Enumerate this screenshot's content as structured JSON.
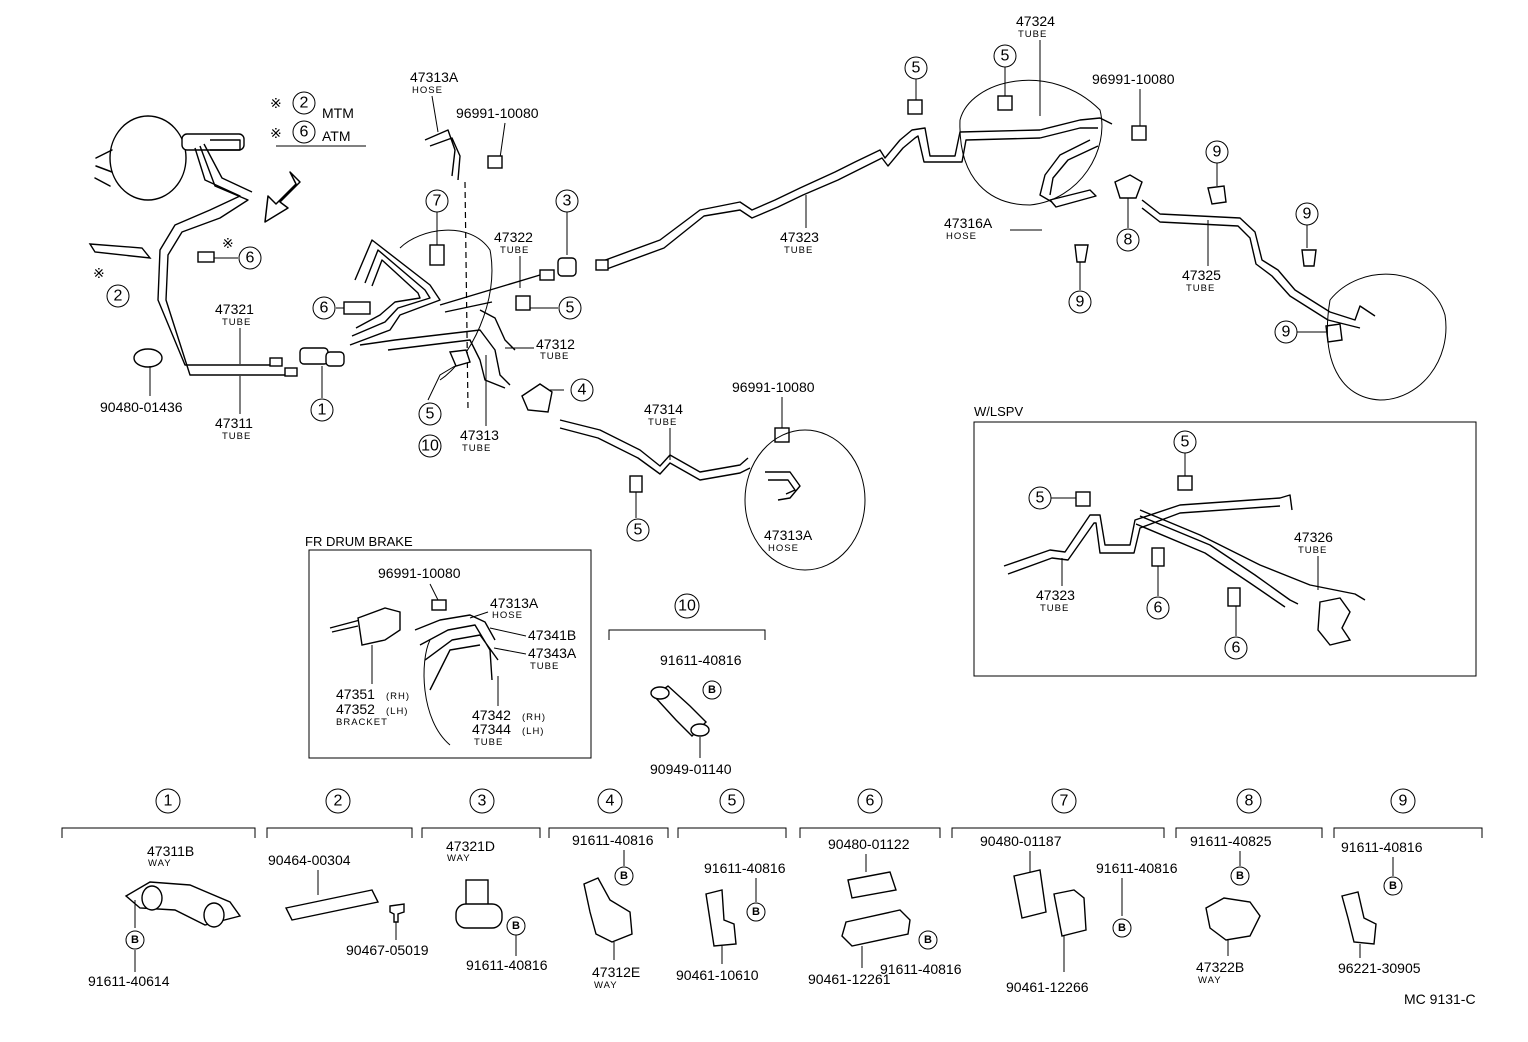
{
  "legend": {
    "mark": "※",
    "n2": "2",
    "n2_label": "MTM",
    "n6": "6",
    "n6_label": "ATM"
  },
  "labels": {
    "p47313A_top": "47313A",
    "hose_top": "HOSE",
    "p96991_top": "96991-10080",
    "p47324": "47324",
    "tube_47324": "TUBE",
    "p96991_right": "96991-10080",
    "p47322": "47322",
    "tube_47322": "TUBE",
    "p47323": "47323",
    "tube_47323": "TUBE",
    "p47316A": "47316A",
    "hose_47316A": "HOSE",
    "p47325": "47325",
    "tube_47325": "TUBE",
    "p47321": "47321",
    "tube_47321": "TUBE",
    "p47312": "47312",
    "tube_47312": "TUBE",
    "p90480_01436": "90480-01436",
    "p47311": "47311",
    "tube_47311": "TUBE",
    "p47313": "47313",
    "tube_47313": "TUBE",
    "p47314": "47314",
    "tube_47314": "TUBE",
    "p96991_mid": "96991-10080",
    "p47313A_mid": "47313A",
    "hose_mid": "HOSE",
    "diagram_id": "MC 9131-C"
  },
  "callouts": {
    "c1": "1",
    "c2": "2",
    "c3": "3",
    "c4": "4",
    "c5a": "5",
    "c5b": "5",
    "c5c": "5",
    "c5d": "5",
    "c6a": "6",
    "c6b": "6",
    "c7": "7",
    "c8": "8",
    "c9a": "9",
    "c9b": "9",
    "c9c": "9",
    "c9d": "9",
    "c10": "10"
  },
  "fr_drum_brake": {
    "title": "FR DRUM BRAKE",
    "p96991": "96991-10080",
    "p47313A": "47313A",
    "hose": "HOSE",
    "p47341B": "47341B",
    "p47343A": "47343A",
    "tube_a": "TUBE",
    "p47351": "47351",
    "rh1": "(RH)",
    "p47352": "47352",
    "lh1": "(LH)",
    "bracket": "BRACKET",
    "p47342": "47342",
    "rh2": "(RH)",
    "p47344": "47344",
    "lh2": "(LH)",
    "tube_b": "TUBE"
  },
  "wlspv": {
    "title": "W/LSPV",
    "c5a": "5",
    "c5b": "5",
    "c6a": "6",
    "c6b": "6",
    "p47326": "47326",
    "tube_47326": "TUBE",
    "p47323": "47323",
    "tube_47323": "TUBE"
  },
  "item10": {
    "num": "10",
    "p91611": "91611-40816",
    "b": "B",
    "p90949": "90949-01140"
  },
  "bottom": {
    "g1": {
      "num": "1",
      "p47311B": "47311B",
      "way": "WAY",
      "b": "B",
      "p91611": "91611-40614"
    },
    "g2": {
      "num": "2",
      "p90464": "90464-00304",
      "p90467": "90467-05019"
    },
    "g3": {
      "num": "3",
      "p47321D": "47321D",
      "way": "WAY",
      "b": "B",
      "p91611": "91611-40816"
    },
    "g4": {
      "num": "4",
      "p91611": "91611-40816",
      "b": "B",
      "p47312E": "47312E",
      "way": "WAY"
    },
    "g5": {
      "num": "5",
      "p91611": "91611-40816",
      "b": "B",
      "p90461": "90461-10610"
    },
    "g6": {
      "num": "6",
      "p90480": "90480-01122",
      "b": "B",
      "p90461": "90461-12261",
      "p91611": "91611-40816"
    },
    "g7": {
      "num": "7",
      "p90480": "90480-01187",
      "p91611": "91611-40816",
      "b": "B",
      "p90461": "90461-12266"
    },
    "g8": {
      "num": "8",
      "p91611": "91611-40825",
      "b": "B",
      "p47322B": "47322B",
      "way": "WAY"
    },
    "g9": {
      "num": "9",
      "p91611": "91611-40816",
      "b": "B",
      "p96221": "96221-30905"
    }
  }
}
